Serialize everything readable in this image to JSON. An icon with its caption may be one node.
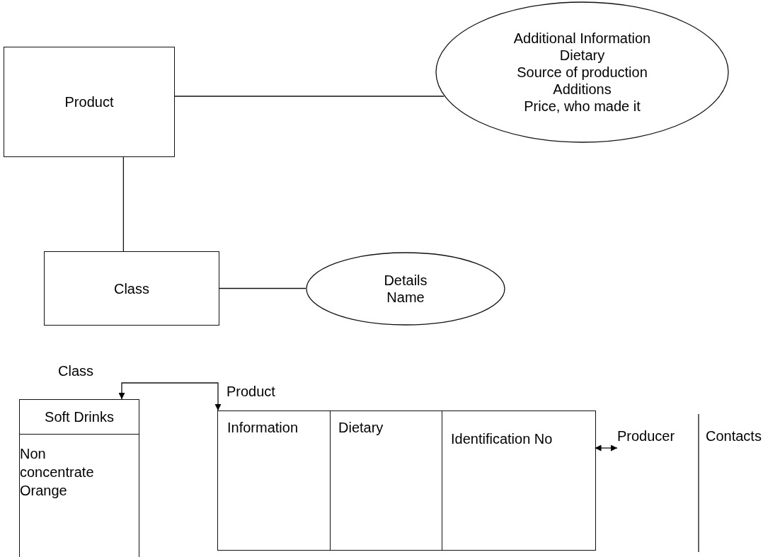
{
  "diagram": {
    "nodes": [
      {
        "text": [
          "Product"
        ]
      },
      {
        "text": [
          "Additional Information",
          "Dietary",
          "Source of production",
          "Additions",
          "Price, who made it"
        ]
      },
      {
        "text": [
          "Class"
        ]
      },
      {
        "text": [
          "Details",
          "Name"
        ]
      },
      {
        "text": [
          "Soft Drinks",
          "Non concentrate Orange"
        ],
        "beside": [
          "Class"
        ]
      },
      {
        "text": [],
        "shape": "box",
        "beside": [
          "Product"
        ]
      },
      {
        "text": [
          "Information"
        ],
        "in": 5
      },
      {
        "text": [
          "Dietary"
        ],
        "in": 5
      },
      {
        "text": [
          "Identification No"
        ],
        "in": 5
      },
      {
        "text": [
          "Producer"
        ]
      },
      {
        "text": [
          "Contacts"
        ]
      }
    ],
    "edges": [
      {
        "from": 0,
        "to": 1,
        "arrow": "none"
      },
      {
        "from": 0,
        "to": 2,
        "arrow": "none"
      },
      {
        "from": 2,
        "to": 3,
        "arrow": "none"
      },
      {
        "from": 4,
        "to": 5,
        "arrow": "both"
      },
      {
        "from": 8,
        "to": 9,
        "arrow": "both"
      }
    ]
  }
}
